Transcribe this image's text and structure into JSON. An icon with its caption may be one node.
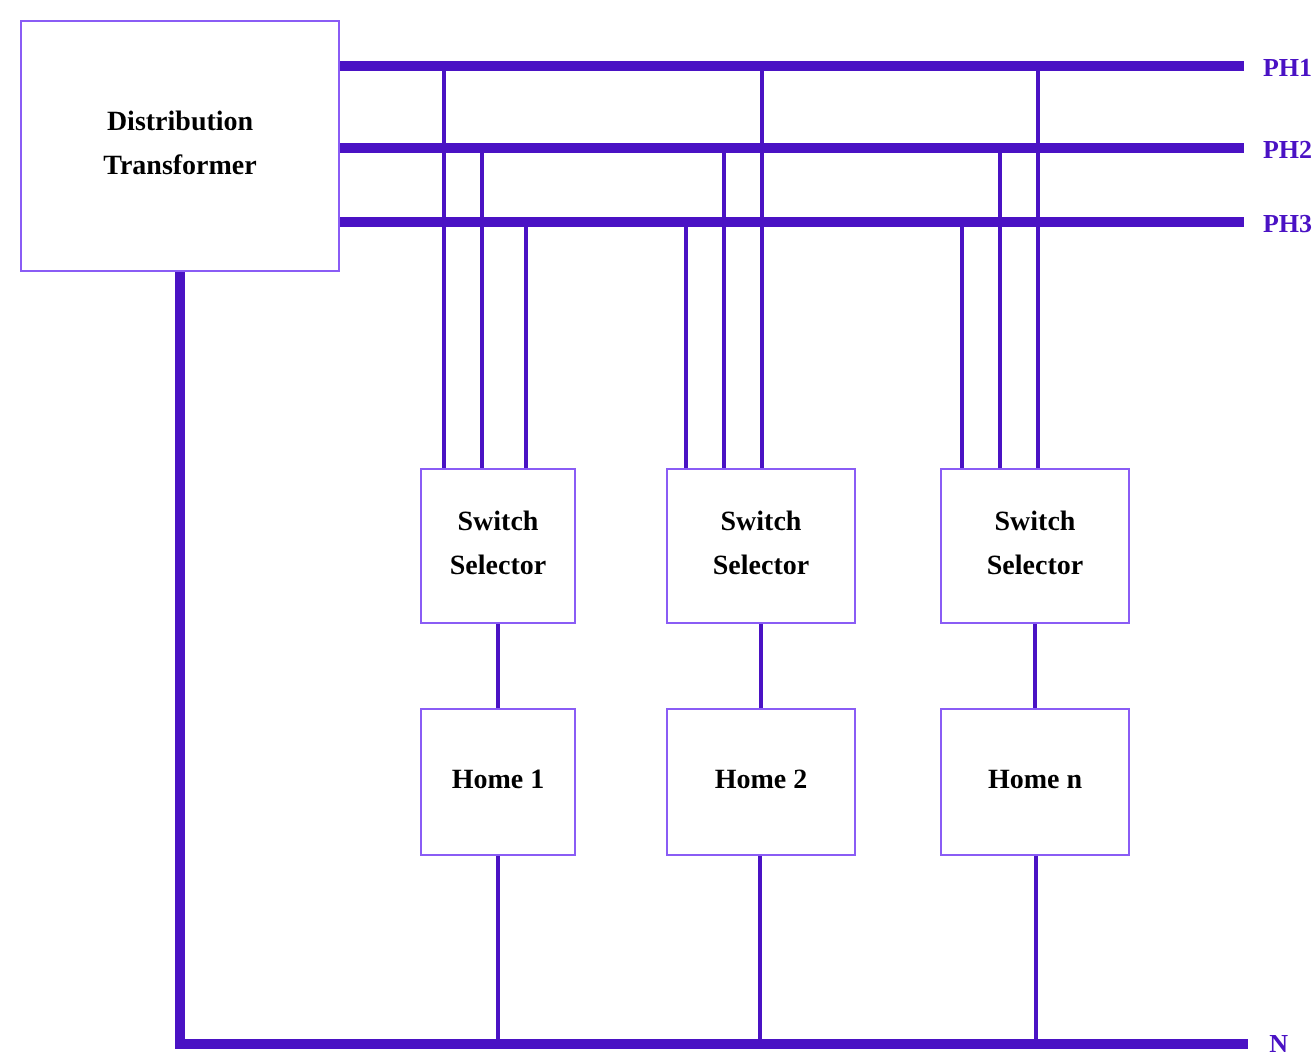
{
  "diagram": {
    "nodes": [
      {
        "text": [
          "Distribution Transformer"
        ]
      },
      {
        "text": [
          "PH1"
        ]
      },
      {
        "text": [
          "PH2"
        ]
      },
      {
        "text": [
          "PH3"
        ]
      },
      {
        "text": [
          "N"
        ]
      },
      {
        "text": [
          "Switch Selector"
        ]
      },
      {
        "text": [
          "Switch Selector"
        ]
      },
      {
        "text": [
          "Switch Selector"
        ]
      },
      {
        "text": [
          "Home 1"
        ]
      },
      {
        "text": [
          "Home 2"
        ]
      },
      {
        "text": [
          "Home n"
        ]
      }
    ],
    "edges": [
      {
        "from": 0,
        "to": 1,
        "arrow": "none",
        "style": "thick"
      },
      {
        "from": 0,
        "to": 2,
        "arrow": "none",
        "style": "thick"
      },
      {
        "from": 0,
        "to": 3,
        "arrow": "none",
        "style": "thick"
      },
      {
        "from": 0,
        "to": 4,
        "arrow": "none",
        "style": "thick"
      },
      {
        "from": 1,
        "to": 5,
        "arrow": "none"
      },
      {
        "from": 2,
        "to": 5,
        "arrow": "none"
      },
      {
        "from": 3,
        "to": 5,
        "arrow": "none"
      },
      {
        "from": 3,
        "to": 6,
        "arrow": "none"
      },
      {
        "from": 2,
        "to": 6,
        "arrow": "none"
      },
      {
        "from": 1,
        "to": 6,
        "arrow": "none"
      },
      {
        "from": 3,
        "to": 7,
        "arrow": "none"
      },
      {
        "from": 2,
        "to": 7,
        "arrow": "none"
      },
      {
        "from": 1,
        "to": 7,
        "arrow": "none"
      },
      {
        "from": 5,
        "to": 8,
        "arrow": "none"
      },
      {
        "from": 6,
        "to": 9,
        "arrow": "none"
      },
      {
        "from": 7,
        "to": 10,
        "arrow": "none"
      },
      {
        "from": 8,
        "to": 4,
        "arrow": "none"
      },
      {
        "from": 9,
        "to": 4,
        "arrow": "none"
      },
      {
        "from": 10,
        "to": 4,
        "arrow": "none"
      }
    ]
  }
}
